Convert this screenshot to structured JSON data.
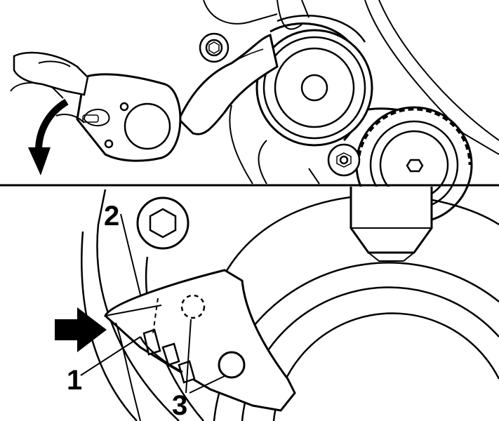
{
  "figure": {
    "callouts": [
      "1",
      "2",
      "3"
    ],
    "colors": {
      "ink": "#000000",
      "paper": "#ffffff"
    }
  }
}
